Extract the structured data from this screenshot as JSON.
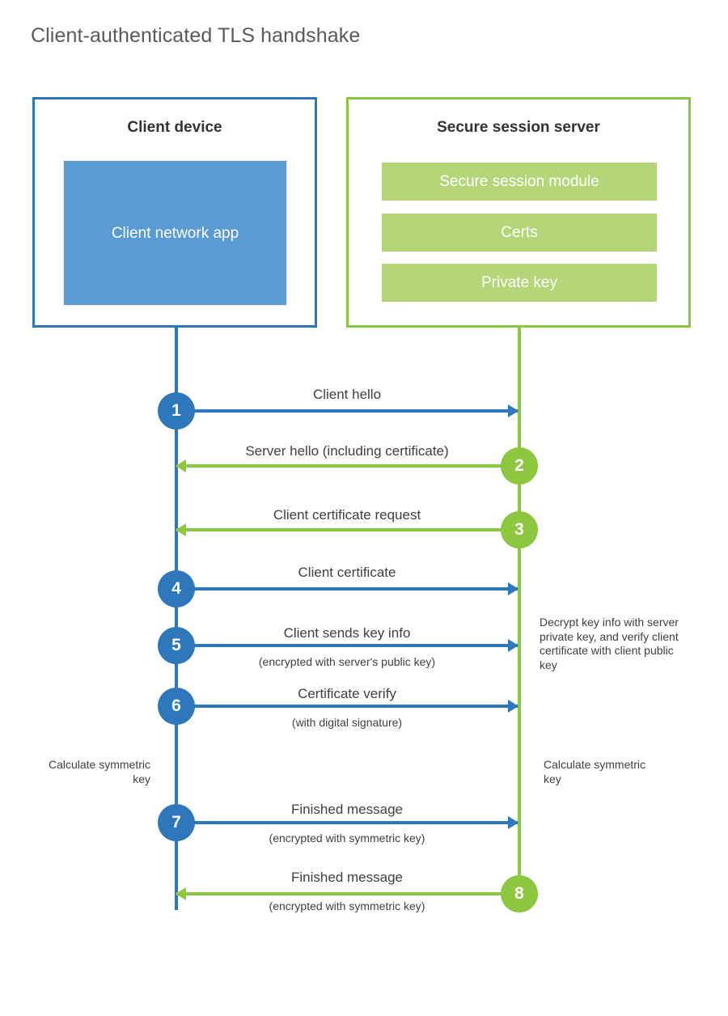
{
  "title": "Client-authenticated TLS handshake",
  "colors": {
    "blue": "#2E77BB",
    "blue_fill": "#5B9BD5",
    "green": "#8DC63F",
    "green_fill": "#B5D678",
    "text": "#404040",
    "title_text": "#5A5A5A",
    "background": "#FFFFFF"
  },
  "actors": {
    "client": {
      "title": "Client device",
      "app_label": "Client network app"
    },
    "server": {
      "title": "Secure session server",
      "modules": [
        "Secure session module",
        "Certs",
        "Private key"
      ]
    }
  },
  "steps": [
    {
      "number": "1",
      "side": "client",
      "direction": "to-right",
      "color": "blue",
      "label": "Client hello",
      "sublabel": ""
    },
    {
      "number": "2",
      "side": "server",
      "direction": "to-left",
      "color": "green",
      "label": "Server hello (including certificate)",
      "sublabel": ""
    },
    {
      "number": "3",
      "side": "server",
      "direction": "to-left",
      "color": "green",
      "label": "Client certificate request",
      "sublabel": ""
    },
    {
      "number": "4",
      "side": "client",
      "direction": "to-right",
      "color": "blue",
      "label": "Client certificate",
      "sublabel": ""
    },
    {
      "number": "5",
      "side": "client",
      "direction": "to-right",
      "color": "blue",
      "label": "Client sends key info",
      "sublabel": "(encrypted with server's public key)"
    },
    {
      "number": "6",
      "side": "client",
      "direction": "to-right",
      "color": "blue",
      "label": "Certificate verify",
      "sublabel": "(with digital signature)"
    },
    {
      "number": "7",
      "side": "client",
      "direction": "to-right",
      "color": "blue",
      "label": "Finished message",
      "sublabel": "(encrypted with symmetric key)"
    },
    {
      "number": "8",
      "side": "server",
      "direction": "to-left",
      "color": "green",
      "label": "Finished message",
      "sublabel": "(encrypted with symmetric key)"
    }
  ],
  "notes": {
    "server_decrypt": "Decrypt key info with server private key, and verify client certificate with client public key",
    "client_calc": "Calculate symmetric key",
    "server_calc": "Calculate symmetric key"
  }
}
